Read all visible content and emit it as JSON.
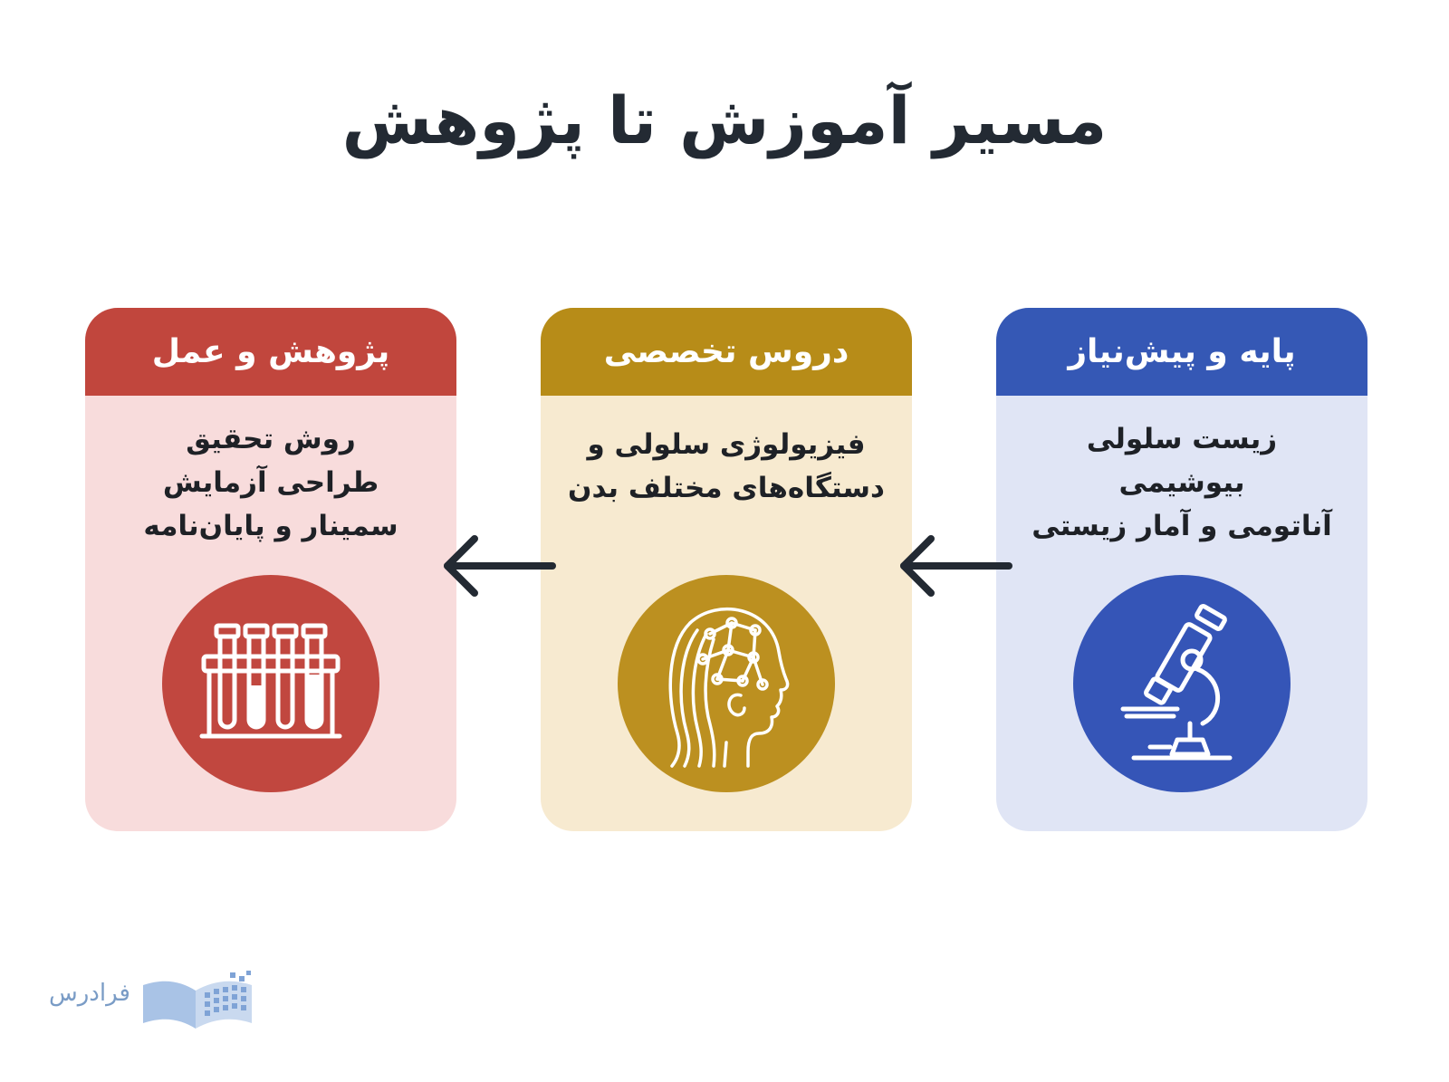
{
  "title": "مسیر آموزش تا پژوهش",
  "cards": [
    {
      "id": "basics",
      "header": "پایه و پیش‌نیاز",
      "lines": [
        "زیست سلولی",
        "بیوشیمی",
        "آناتومی و آمار زیستی"
      ],
      "icon": "microscope-icon",
      "colors": {
        "header": "#3558b5",
        "body": "#e0e5f5",
        "circle": "#3555b7"
      }
    },
    {
      "id": "specialized",
      "header": "دروس تخصصی",
      "lines": [
        "فیزیولوژی سلولی و",
        "دستگاه‌های مختلف بدن"
      ],
      "icon": "brain-head-icon",
      "colors": {
        "header": "#b78c18",
        "body": "#f7ead0",
        "circle": "#bc9020"
      }
    },
    {
      "id": "research",
      "header": "پژوهش و عمل",
      "lines": [
        "روش تحقیق",
        "طراحی آزمایش",
        "سمینار و پایان‌نامه"
      ],
      "icon": "test-tubes-icon",
      "colors": {
        "header": "#c1463d",
        "body": "#f8dcdc",
        "circle": "#c1473f"
      }
    }
  ],
  "arrows": [
    "arrow-left-icon",
    "arrow-left-icon"
  ],
  "logo": {
    "text": "فرادرس",
    "icon": "open-book-icon",
    "color": "#7a9cc6"
  }
}
